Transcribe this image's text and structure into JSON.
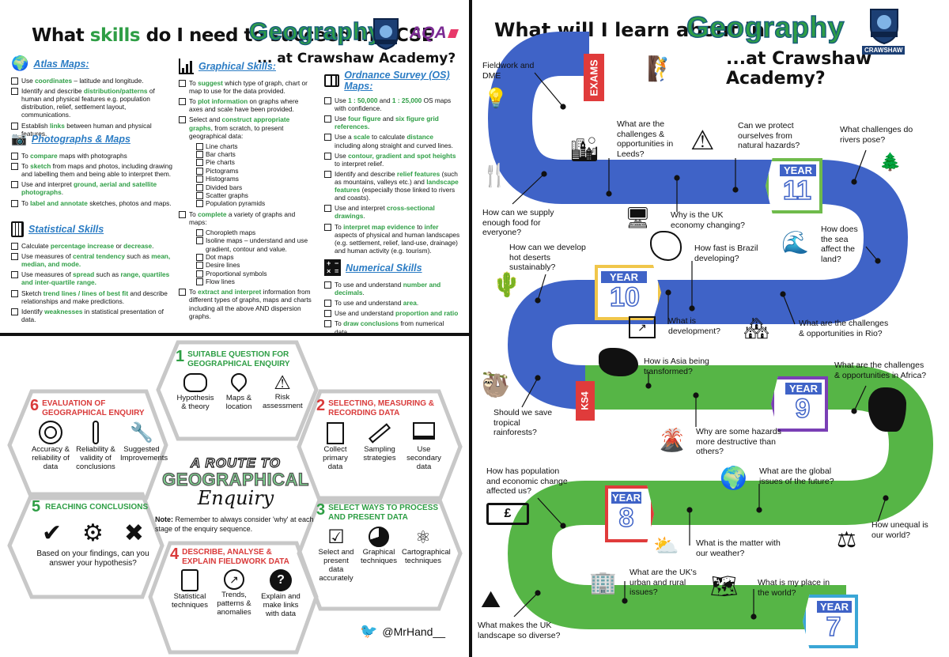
{
  "left": {
    "title_prefix": "What ",
    "title_skills": "skills",
    "title_rest": " do I need to succeed in GCSE",
    "title_geo": "Geography",
    "subtitle": "... at Crawshaw Academy?",
    "aqa": "AQA",
    "atlas": {
      "title": "Atlas Maps:",
      "items": [
        "Use coordinates – latitude and longitude.",
        "Identify and describe distribution/patterns of human and physical features e.g. population distribution, relief, settlement layout, communications.",
        "Establish links between human and physical features."
      ]
    },
    "photos": {
      "title": "Photographs & Maps",
      "items": [
        "To compare maps with photographs",
        "To sketch from maps and photos, including drawing and labelling them and being able to interpret them.",
        "Use and interpret ground, aerial and satellite photographs.",
        "To label and annotate sketches, photos and maps."
      ]
    },
    "stats": {
      "title": "Statistical Skills",
      "items": [
        "Calculate percentage increase or decrease.",
        "Use measures of central tendency such as mean, median, and mode.",
        "Use measures of spread such as range, quartiles and inter-quartile range.",
        "Sketch trend lines / lines of best fit and describe relationships and make predictions.",
        "Identify weaknesses in statistical presentation of data."
      ]
    },
    "graph": {
      "title": "Graphical Skills:",
      "items": [
        "To suggest which type of graph, chart or map to use for the data provided.",
        "To plot information on graphs where axes and scale have been provided.",
        "Select and construct appropriate graphs, from scratch, to present geographical data:"
      ],
      "sub1": [
        "Line charts",
        "Bar charts",
        "Pie charts",
        "Pictograms",
        "Histograms",
        "Divided bars",
        "Scatter graphs",
        "Population pyramids"
      ],
      "item4": "To complete a variety of graphs and maps:",
      "sub2": [
        "Choropleth maps",
        "Isoline maps – understand and use gradient, contour and value.",
        "Dot maps",
        "Desire lines",
        "Proportional symbols",
        "Flow lines"
      ],
      "item5": "To extract and interpret information from different types of graphs, maps and charts including all the above AND dispersion graphs."
    },
    "os": {
      "title": "Ordnance Survey (OS) Maps:",
      "items": [
        "Use 1 : 50,000 and 1 : 25,000 OS maps with confidence.",
        "Use four figure and six figure grid references.",
        "Use a scale to calculate distance including along straight and curved lines.",
        "Use contour, gradient and spot heights to interpret relief.",
        "Identify and describe relief features (such as mountains, valleys etc.) and landscape features (especially those linked to rivers and coasts).",
        "Use and interpret cross-sectional drawings.",
        "To interpret map evidence to infer aspects of physical and human landscapes (e.g. settlement, relief, land-use, drainage) and human activity (e.g. tourism)."
      ]
    },
    "num": {
      "title": "Numerical Skills",
      "items": [
        "To use and understand number and decimals.",
        "To use and understand area.",
        "Use and understand proportion and ratio",
        "To draw conclusions from numerical data."
      ]
    }
  },
  "route": {
    "center_a": "A ROUTE TO",
    "center_b": "GEOGRAPHICAL",
    "center_c": "Enquiry",
    "note_label": "Note:",
    "note": " Remember to always consider 'why' at each stage of the enquiry sequence.",
    "h1": {
      "num": "1",
      "title": "SUITABLE QUESTION FOR GEOGRAPHICAL ENQUIRY",
      "c1": "Hypothesis & theory",
      "c2": "Maps & location",
      "c3": "Risk assessment"
    },
    "h2": {
      "num": "2",
      "title": "SELECTING, MEASURING & RECORDING DATA",
      "c1": "Collect primary data",
      "c2": "Sampling strategies",
      "c3": "Use secondary data"
    },
    "h3": {
      "num": "3",
      "title": "SELECT WAYS TO PROCESS AND PRESENT DATA",
      "c1": "Select and present data accurately",
      "c2": "Graphical techniques",
      "c3": "Cartographical techniques"
    },
    "h4": {
      "num": "4",
      "title": "DESCRIBE, ANALYSE & EXPLAIN FIELDWORK DATA",
      "c1": "Statistical techniques",
      "c2": "Trends, patterns & anomalies",
      "c3": "Explain and make links with data"
    },
    "h5": {
      "num": "5",
      "title": "REACHING CONCLUSIONS",
      "text": "Based on your findings, can you answer your hypothesis?"
    },
    "h6": {
      "num": "6",
      "title": "EVALUATION OF GEOGRAPHICAL ENQUIRY",
      "c1": "Accuracy & reliability of data",
      "c2": "Reliability & validity of conclusions",
      "c3": "Suggested Improvements"
    },
    "twitter": "@MrHand__"
  },
  "right": {
    "title_a": "What will I learn about in",
    "title_geo": "Geography",
    "subtitle": "...at Crawshaw Academy?",
    "crawshaw": "CRAWSHAW",
    "exams": "EXAMS",
    "ks4": "KS4",
    "year_label": "YEAR",
    "years": [
      "11",
      "10",
      "9",
      "8",
      "7"
    ],
    "q": {
      "fieldwork": "Fieldwork and DME",
      "leeds": "What are the challenges & opportunities in Leeds?",
      "hazards": "Can we protect ourselves from natural hazards?",
      "rivers": "What challenges do rivers pose?",
      "food": "How can we supply enough food for everyone?",
      "uk_economy": "Why is the UK economy changing?",
      "sea": "How does the sea affect the land?",
      "deserts": "How can we develop hot deserts sustainably?",
      "brazil": "How fast is Brazil developing?",
      "development": "What is development?",
      "rio": "What are the challenges & opportunities in Rio?",
      "asia": "How is Asia being transformed?",
      "africa": "What are the challenges & opportunities in Africa?",
      "rainforests": "Should we save tropical rainforests?",
      "destructive": "Why are some hazards more destructive than others?",
      "population": "How has population and economic change affected us?",
      "global": "What are the global issues of the future?",
      "unequal": "How unequal is our world?",
      "weather": "What is the matter with our weather?",
      "urban": "What are the UK's urban and rural issues?",
      "place": "What is my place in the world?",
      "landscape": "What makes the UK landscape so diverse?"
    }
  }
}
